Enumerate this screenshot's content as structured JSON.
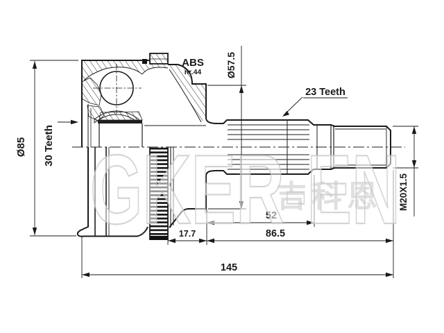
{
  "drawing": {
    "type": "technical-drawing",
    "subject": "CV joint outer drive shaft",
    "labels": {
      "abs": "ABS",
      "abs_nr": "nr.44",
      "teeth_right": "23 Teeth",
      "teeth_left": "30 Teeth"
    },
    "dimensions": {
      "outer_diameter": "Ø85",
      "bell_diameter": "Ø57.5",
      "thread": "M20X1.5",
      "abs_ring_offset": "17.7",
      "spline_length": "52",
      "shaft_length": "86.5",
      "total_length": "145"
    },
    "watermark": {
      "brand": "GKER-EN",
      "brand_cn": "吉科恩"
    },
    "colors": {
      "line": "#1a1a1a",
      "background": "#ffffff",
      "watermark": "#c6c6c6"
    }
  }
}
